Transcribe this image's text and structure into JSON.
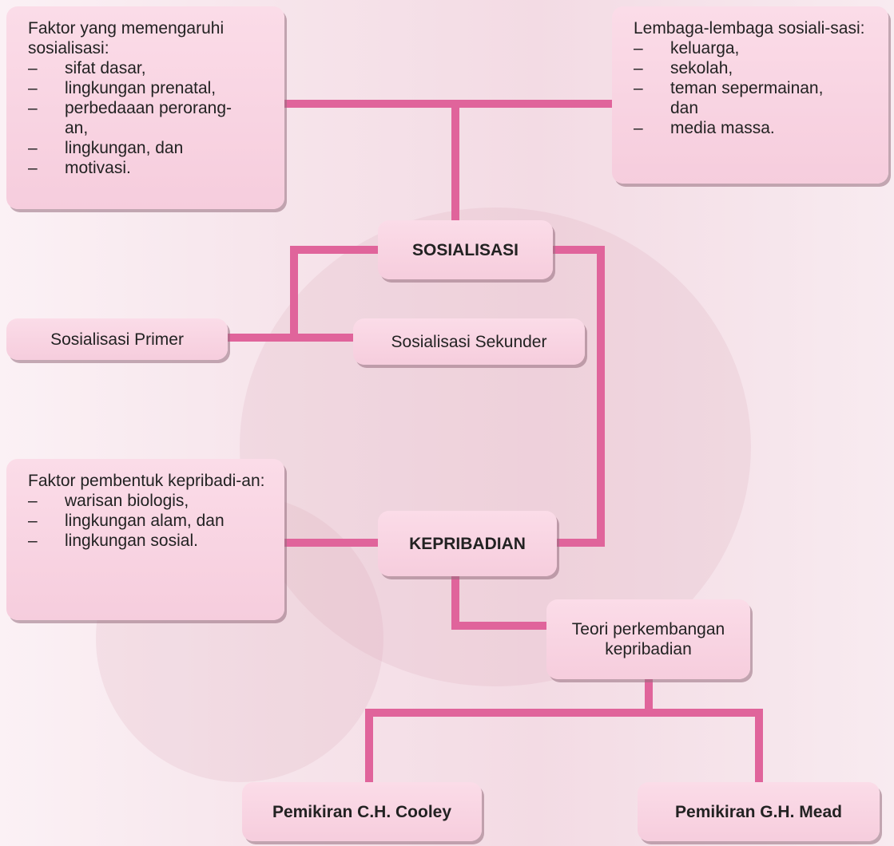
{
  "factors_socialization": {
    "title": "Faktor yang memengaruhi sosialisasi:",
    "items": [
      "sifat dasar,",
      "lingkungan prenatal,",
      "perbedaaan perorang-",
      "an,",
      "lingkungan, dan",
      "motivasi."
    ]
  },
  "institutions_socialization": {
    "title": "Lembaga-lembaga sosiali-sasi:",
    "items": [
      "keluarga,",
      "sekolah,",
      "teman sepermainan,",
      "dan",
      "media massa."
    ]
  },
  "sosialisasi": "SOSIALISASI",
  "primer": "Sosialisasi Primer",
  "sekunder": "Sosialisasi Sekunder",
  "factors_personality": {
    "title": "Faktor pembentuk kepribadi-an:",
    "items": [
      "warisan biologis,",
      "lingkungan alam, dan",
      "lingkungan sosial."
    ]
  },
  "kepribadian": "KEPRIBADIAN",
  "teori": "Teori perkembangan kepribadian",
  "cooley": "Pemikiran C.H. Cooley",
  "mead": "Pemikiran G.H. Mead",
  "colors": {
    "connector": "#e0649b",
    "box": "#f8d3e1",
    "shadow": "#9a6e7d"
  }
}
